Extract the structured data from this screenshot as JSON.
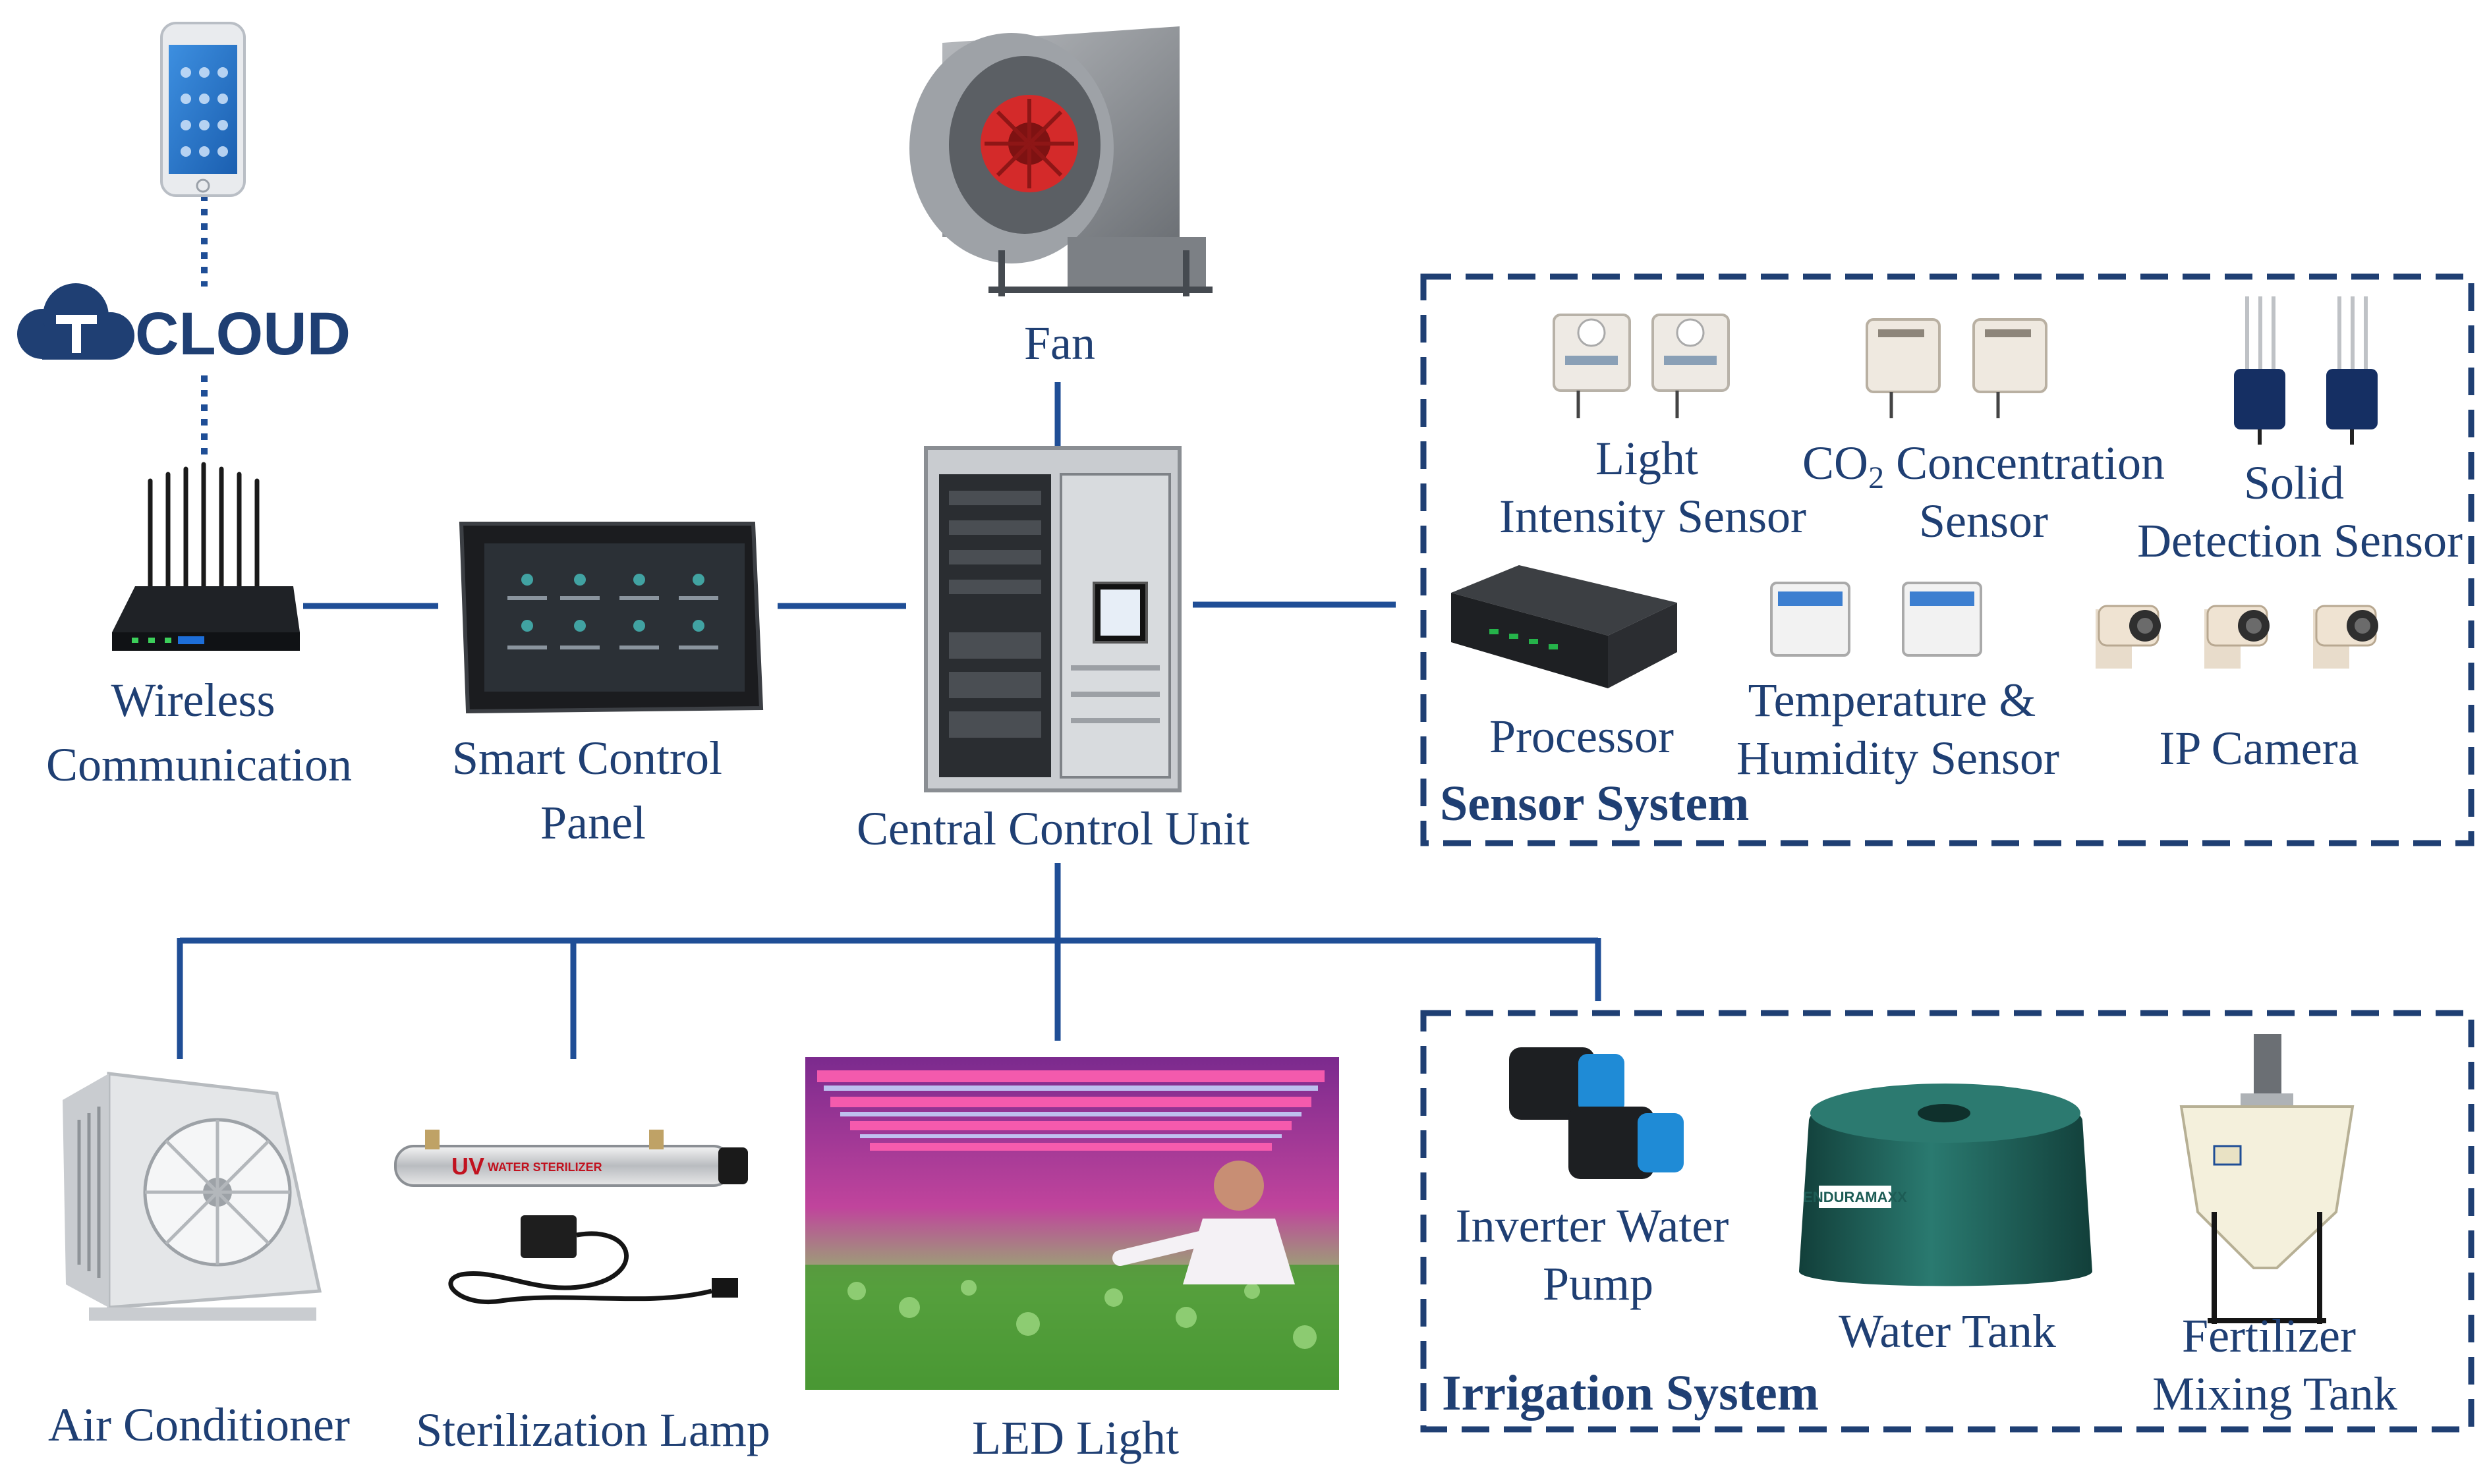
{
  "cloud": {
    "label": "CLOUD"
  },
  "nodes": {
    "fan": "Fan",
    "wireless": [
      "Wireless",
      "Communication"
    ],
    "panel": [
      "Smart Control",
      "Panel"
    ],
    "ccu": "Central Control Unit",
    "ac": "Air Conditioner",
    "uv": "Sterilization Lamp",
    "led": "LED Light"
  },
  "sensor_system": {
    "title": "Sensor System",
    "light": [
      "Light",
      "Intensity Sensor"
    ],
    "co2": {
      "pre": "CO",
      "sub": "2",
      "post": " Concentration",
      "line2": "Sensor"
    },
    "solid": [
      "Solid",
      "Detection Sensor"
    ],
    "processor": "Processor",
    "temp": [
      "Temperature &",
      "Humidity Sensor"
    ],
    "camera": "IP Camera"
  },
  "irrigation_system": {
    "title": "Irrigation System",
    "pump": [
      "Inverter Water",
      "Pump"
    ],
    "tank": "Water Tank",
    "fert": [
      "Fertilizer",
      "Mixing Tank"
    ]
  },
  "device_text": {
    "uv_brand": "UV",
    "uv_sub": "WATER STERILIZER",
    "tank_brand": "ENDURAMAXX"
  },
  "colors": {
    "primary": "#1f3f73",
    "line": "#1f4e96",
    "fan_red": "#d42a2a",
    "tank_green": "#1d5c55"
  }
}
